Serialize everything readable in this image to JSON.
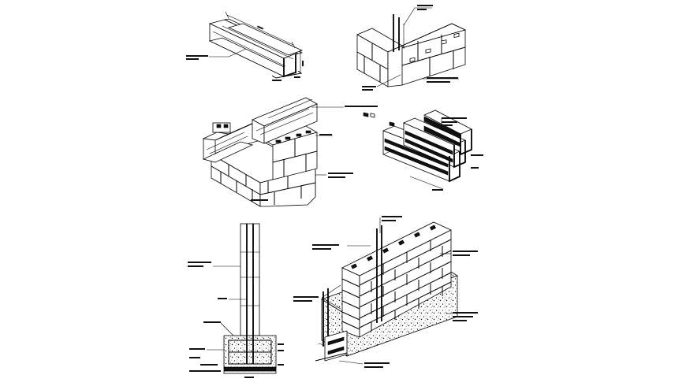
{
  "drawing": {
    "background": "#ffffff",
    "line_color": "#000000",
    "details": [
      {
        "id": "u-channel-beam",
        "icon": "u-channel-beam-icon",
        "callouts": 2
      },
      {
        "id": "block-corner-with-rebar",
        "icon": "block-corner-icon",
        "callouts": 3
      },
      {
        "id": "beam-on-block-wall",
        "icon": "beam-wall-icon",
        "callouts": 3
      },
      {
        "id": "double-channel-section",
        "icon": "double-channel-icon",
        "callouts": 2
      },
      {
        "id": "column-with-footing-section",
        "icon": "footing-section-icon",
        "callouts": 6
      },
      {
        "id": "block-wall-on-foundation",
        "icon": "wall-foundation-icon",
        "callouts": 5
      }
    ]
  }
}
